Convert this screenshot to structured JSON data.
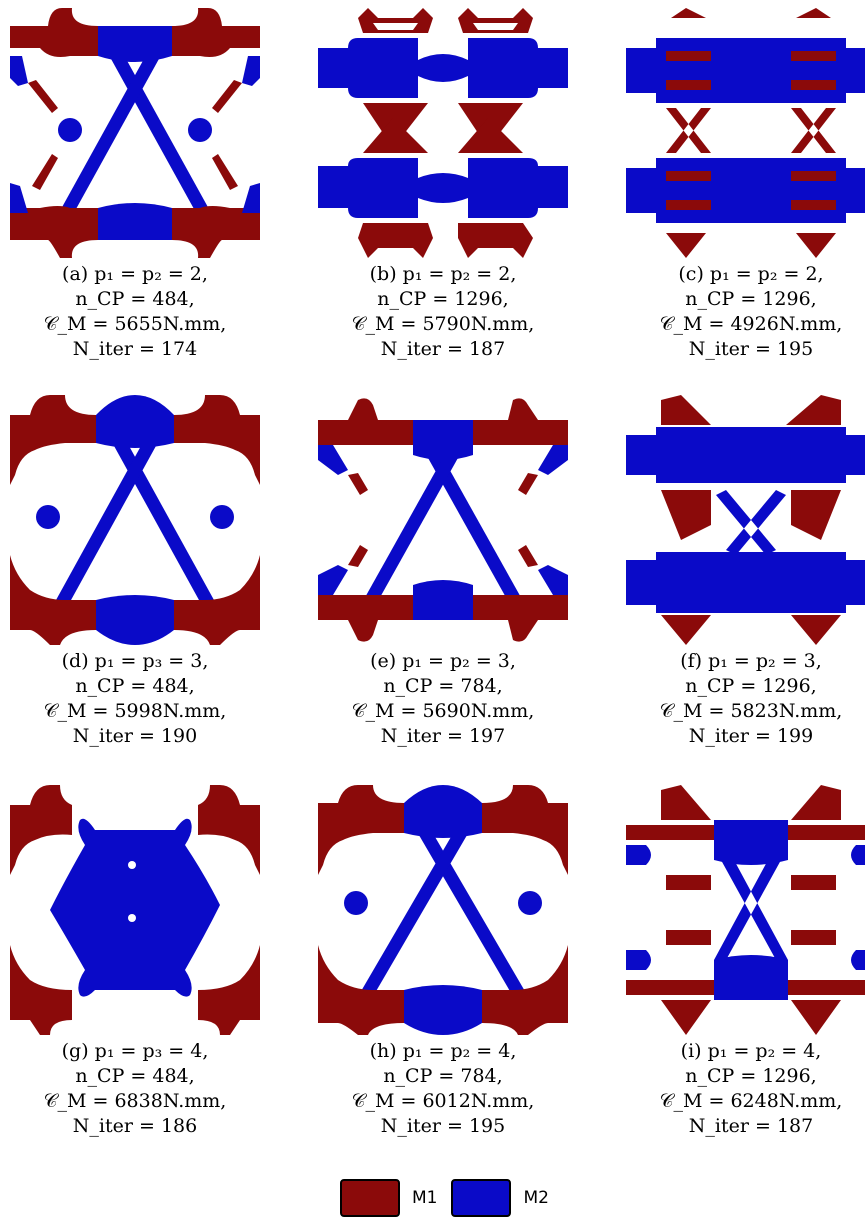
{
  "colors": {
    "M1": "#8b0a0a",
    "M2": "#0a0ac8"
  },
  "panels": [
    {
      "label": "(a)",
      "p": "p₁ = p₂ = 2,",
      "n": "n_CP = 484,",
      "c": "𝒞_M = 5655N.mm,",
      "iter": "N_iter = 174"
    },
    {
      "label": "(b)",
      "p": "p₁ = p₂ = 2,",
      "n": "n_CP = 1296,",
      "c": "𝒞_M = 5790N.mm,",
      "iter": "N_iter = 187"
    },
    {
      "label": "(c)",
      "p": "p₁ = p₂ = 2,",
      "n": "n_CP = 1296,",
      "c": "𝒞_M = 4926N.mm,",
      "iter": "N_iter = 195"
    },
    {
      "label": "(d)",
      "p": "p₁ = p₃ = 3,",
      "n": "n_CP = 484,",
      "c": "𝒞_M = 5998N.mm,",
      "iter": "N_iter = 190"
    },
    {
      "label": "(e)",
      "p": "p₁ = p₂ = 3,",
      "n": "n_CP = 784,",
      "c": "𝒞_M = 5690N.mm,",
      "iter": "N_iter = 197"
    },
    {
      "label": "(f)",
      "p": "p₁ = p₂ = 3,",
      "n": "n_CP = 1296,",
      "c": "𝒞_M = 5823N.mm,",
      "iter": "N_iter = 199"
    },
    {
      "label": "(g)",
      "p": "p₁ = p₃ = 4,",
      "n": "n_CP = 484,",
      "c": "𝒞_M = 6838N.mm,",
      "iter": "N_iter = 186"
    },
    {
      "label": "(h)",
      "p": "p₁ = p₂ = 4,",
      "n": "n_CP = 784,",
      "c": "𝒞_M = 6012N.mm,",
      "iter": "N_iter = 195"
    },
    {
      "label": "(i)",
      "p": "p₁ = p₂ = 4,",
      "n": "n_CP = 1296,",
      "c": "𝒞_M = 6248N.mm,",
      "iter": "N_iter = 187"
    }
  ],
  "legend": {
    "m1_label": "M1",
    "m2_label": "M2"
  }
}
